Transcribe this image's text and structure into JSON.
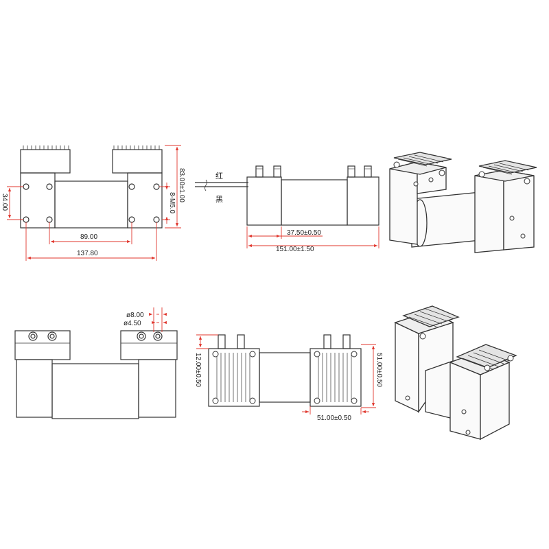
{
  "front_view": {
    "height_dim": "83.00±1.00",
    "thread_label": "8-M5.0",
    "hole_spacing_v": "34.00",
    "hole_spacing_h": "89.00",
    "overall_width": "137.80"
  },
  "side_view": {
    "wire_red": "红",
    "wire_black": "黑",
    "head_length": "37.50±0.50",
    "overall_length": "151.00±1.50"
  },
  "rear_view": {
    "outer_dia": "ø8.00",
    "inner_dia": "ø4.50"
  },
  "top_view": {
    "port_height": "12.00±0.50",
    "head_width": "51.00±0.50",
    "head_length": "51.00±0.50"
  },
  "colors": {
    "dimension": "#e0342b",
    "outline": "#333333"
  }
}
